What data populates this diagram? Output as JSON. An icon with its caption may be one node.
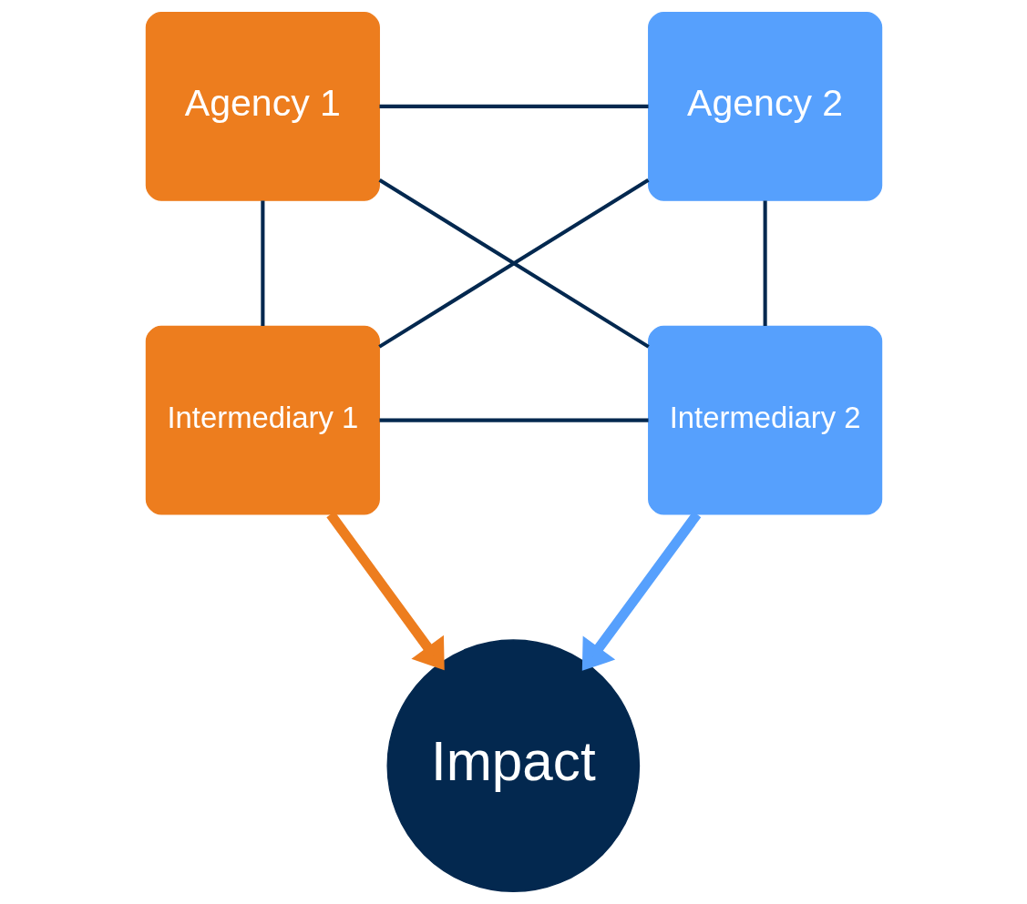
{
  "diagram": {
    "nodes": [
      {
        "text": [
          "Agency 1"
        ]
      },
      {
        "text": [
          "Agency 2"
        ]
      },
      {
        "text": [
          "Intermediary 1"
        ]
      },
      {
        "text": [
          "Intermediary 2"
        ]
      },
      {
        "text": [
          "Impact"
        ]
      }
    ],
    "edges": [
      {
        "from": 0,
        "to": 1,
        "arrow": "none"
      },
      {
        "from": 0,
        "to": 2,
        "arrow": "none"
      },
      {
        "from": 0,
        "to": 3,
        "arrow": "none"
      },
      {
        "from": 1,
        "to": 2,
        "arrow": "none"
      },
      {
        "from": 1,
        "to": 3,
        "arrow": "none"
      },
      {
        "from": 2,
        "to": 3,
        "arrow": "none"
      },
      {
        "from": 2,
        "to": 4,
        "arrow": "to",
        "style": "thick",
        "color": "#ed7d1e"
      },
      {
        "from": 3,
        "to": 4,
        "arrow": "to",
        "style": "thick",
        "color": "#56a0fd"
      }
    ]
  }
}
